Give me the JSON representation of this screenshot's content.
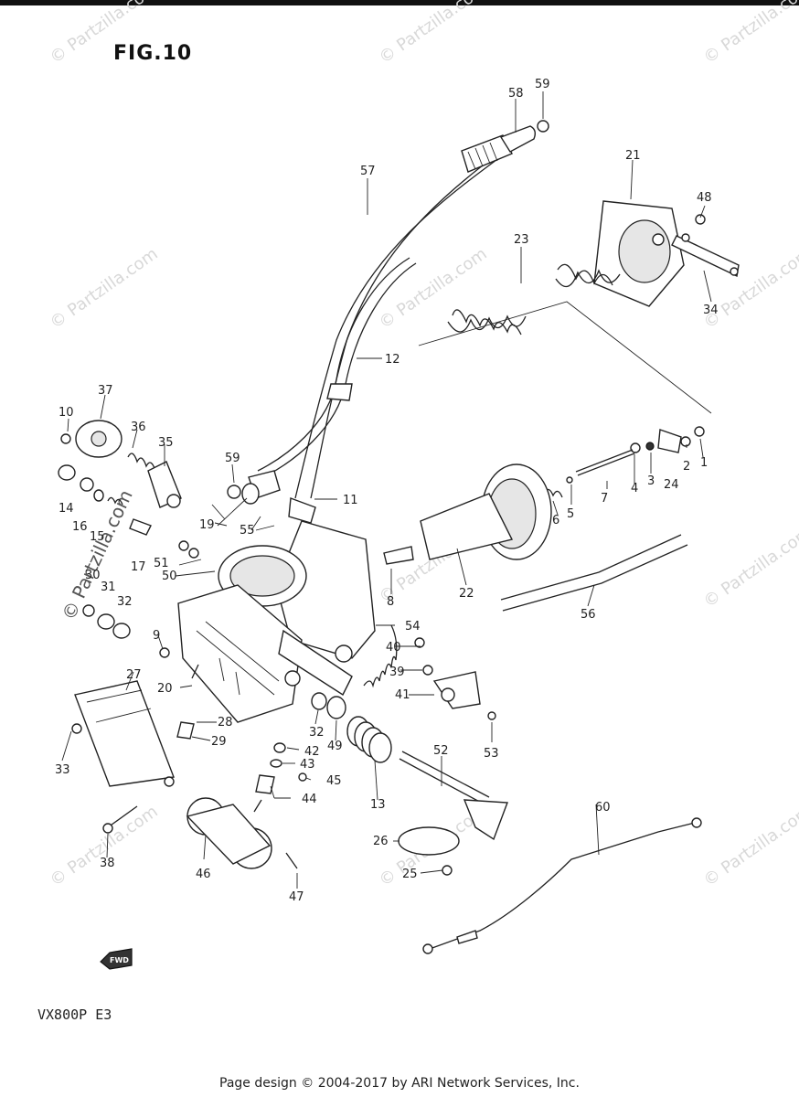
{
  "figure": {
    "title": "FIG.10",
    "model_code": "VX800P  E3",
    "footer": "Page design © 2004-2017 by ARI Network Services, Inc.",
    "fwd_label": "FWD"
  },
  "watermark": {
    "text": "© Partzilla.com",
    "short": "© Partzilla"
  },
  "callouts": [
    "1",
    "2",
    "3",
    "4",
    "5",
    "6",
    "7",
    "8",
    "9",
    "10",
    "11",
    "12",
    "13",
    "14",
    "15",
    "16",
    "17",
    "19",
    "20",
    "21",
    "22",
    "23",
    "24",
    "25",
    "26",
    "27",
    "28",
    "29",
    "30",
    "31",
    "32",
    "33",
    "34",
    "35",
    "36",
    "37",
    "38",
    "39",
    "40",
    "41",
    "42",
    "43",
    "44",
    "45",
    "46",
    "47",
    "48",
    "49",
    "50",
    "51",
    "52",
    "53",
    "54",
    "55",
    "56",
    "57",
    "58",
    "59",
    "60"
  ],
  "labels": {
    "c1": "1",
    "c2": "2",
    "c3": "3",
    "c4": "4",
    "c5": "5",
    "c6": "6",
    "c7": "7",
    "c8": "8",
    "c9": "9",
    "c10": "10",
    "c11": "11",
    "c12": "12",
    "c13": "13",
    "c14": "14",
    "c15": "15",
    "c16": "16",
    "c17": "17",
    "c19": "19",
    "c20": "20",
    "c21": "21",
    "c22": "22",
    "c23": "23",
    "c24": "24",
    "c25": "25",
    "c26": "26",
    "c27": "27",
    "c28": "28",
    "c29": "29",
    "c30": "30",
    "c31": "31",
    "c32a": "32",
    "c32b": "32",
    "c33": "33",
    "c34": "34",
    "c35": "35",
    "c36": "36",
    "c37": "37",
    "c38": "38",
    "c39": "39",
    "c40": "40",
    "c41": "41",
    "c42": "42",
    "c43": "43",
    "c44": "44",
    "c45": "45",
    "c46": "46",
    "c47": "47",
    "c48": "48",
    "c49": "49",
    "c50": "50",
    "c51": "51",
    "c52": "52",
    "c53": "53",
    "c54": "54",
    "c55": "55",
    "c56": "56",
    "c57": "57",
    "c58": "58",
    "c59a": "59",
    "c59b": "59",
    "c60": "60"
  }
}
